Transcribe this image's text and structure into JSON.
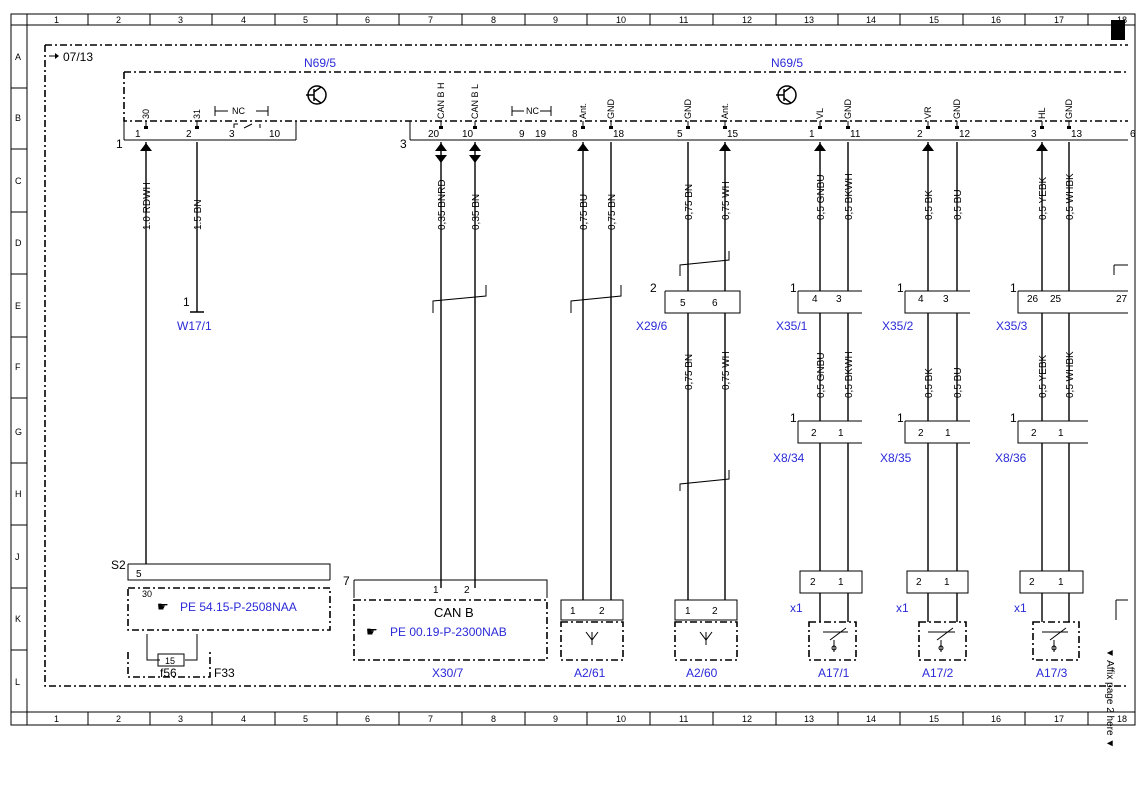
{
  "grid": {
    "columns": [
      "1",
      "2",
      "3",
      "4",
      "5",
      "6",
      "7",
      "8",
      "9",
      "10",
      "11",
      "12",
      "13",
      "14",
      "15",
      "16",
      "17",
      "18"
    ],
    "rows": [
      "A",
      "B",
      "C",
      "D",
      "E",
      "F",
      "G",
      "H",
      "J",
      "K",
      "L"
    ]
  },
  "header": {
    "ref": "07/13",
    "module_left": "N69/5",
    "module_right": "N69/5"
  },
  "connectors": {
    "n1": "1",
    "n3": "3",
    "pins_top": [
      {
        "num": "1",
        "sig": "30"
      },
      {
        "num": "2",
        "sig": "31"
      },
      {
        "num": "3",
        "sig": ""
      },
      {
        "num": "10",
        "sig": ""
      },
      {
        "num": "20",
        "sig": "CAN B H"
      },
      {
        "num": "10",
        "sig": "CAN B L"
      },
      {
        "num": "9",
        "sig": ""
      },
      {
        "num": "19",
        "sig": ""
      },
      {
        "num": "8",
        "sig": "Ant."
      },
      {
        "num": "18",
        "sig": "GND"
      },
      {
        "num": "5",
        "sig": "GND"
      },
      {
        "num": "15",
        "sig": "Ant."
      },
      {
        "num": "1",
        "sig": "VL"
      },
      {
        "num": "11",
        "sig": "GND"
      },
      {
        "num": "2",
        "sig": "VR"
      },
      {
        "num": "12",
        "sig": "GND"
      },
      {
        "num": "3",
        "sig": "HL"
      },
      {
        "num": "13",
        "sig": "GND"
      },
      {
        "num": "6",
        "sig": ""
      }
    ],
    "nc": "NC"
  },
  "wires": [
    {
      "label": "1.0 RDWH"
    },
    {
      "label": "1.5 BN"
    },
    {
      "label": "0,35 BNRD"
    },
    {
      "label": "0,35 BN"
    },
    {
      "label": "0,75 BU"
    },
    {
      "label": "0,75 BN"
    },
    {
      "label": "0,75 BN"
    },
    {
      "label": "0,75 WH"
    },
    {
      "label": "0,5 GNBU"
    },
    {
      "label": "0,5 BKWH"
    },
    {
      "label": "0,5 BK"
    },
    {
      "label": "0,5 BU"
    },
    {
      "label": "0,5 YEBK"
    },
    {
      "label": "0,5 WHBK"
    }
  ],
  "wires_lower": [
    {
      "label": "0,75 BN"
    },
    {
      "label": "0,75 WH"
    },
    {
      "label": "0,5 GNBU"
    },
    {
      "label": "0,5 BKWH"
    },
    {
      "label": "0,5 BK"
    },
    {
      "label": "0,5 BU"
    },
    {
      "label": "0,5 YEBK"
    },
    {
      "label": "0,5 WHBK"
    }
  ],
  "components": {
    "w17": {
      "pin": "1",
      "name": "W17/1"
    },
    "x29": {
      "n": "2",
      "pins": [
        "5",
        "6"
      ],
      "name": "X29/6"
    },
    "x35_1": {
      "n": "1",
      "pins": [
        "4",
        "3"
      ],
      "name": "X35/1"
    },
    "x35_2": {
      "n": "1",
      "pins": [
        "4",
        "3"
      ],
      "name": "X35/2"
    },
    "x35_3": {
      "n": "1",
      "pins": [
        "26",
        "25",
        "27"
      ],
      "name": "X35/3"
    },
    "x8_34": {
      "n": "1",
      "pins": [
        "2",
        "1"
      ],
      "name": "X8/34"
    },
    "x8_35": {
      "n": "1",
      "pins": [
        "2",
        "1"
      ],
      "name": "X8/35"
    },
    "x8_36": {
      "n": "1",
      "pins": [
        "2",
        "1"
      ],
      "name": "X8/36"
    },
    "s2": {
      "name": "S2",
      "pin5": "5",
      "pin30": "30",
      "ref": "PE 54.15-P-2508NAA",
      "fuse": "15",
      "f56": "f56",
      "f33": "F33"
    },
    "x30": {
      "n": "7",
      "pins": [
        "1",
        "2"
      ],
      "title": "CAN B",
      "ref": "PE 00.19-P-2300NAB",
      "name": "X30/7"
    },
    "a2_61": {
      "pins": [
        "1",
        "2"
      ],
      "name": "A2/61"
    },
    "a2_60": {
      "pins": [
        "1",
        "2"
      ],
      "name": "A2/60"
    },
    "a17_1": {
      "x": "x1",
      "pins": [
        "2",
        "1"
      ],
      "name": "A17/1"
    },
    "a17_2": {
      "x": "x1",
      "pins": [
        "2",
        "1"
      ],
      "name": "A17/2"
    },
    "a17_3": {
      "x": "x1",
      "pins": [
        "2",
        "1"
      ],
      "name": "A17/3"
    }
  },
  "side_note": "▼ Affix page 2 here ▼",
  "colors": {
    "link": "#2a2ad8",
    "line": "#000000"
  }
}
